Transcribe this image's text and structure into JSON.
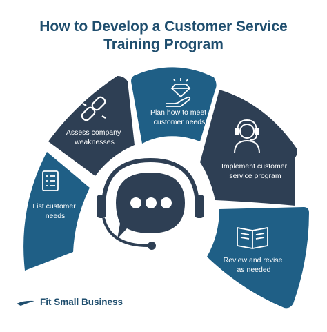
{
  "title": {
    "line1": "How to Develop a Customer Service",
    "line2": "Training Program"
  },
  "segments": [
    {
      "label_lines": [
        "List customer",
        "needs"
      ],
      "icon": "checklist-icon",
      "color": "#1f5f86"
    },
    {
      "label_lines": [
        "Assess company",
        "weaknesses"
      ],
      "icon": "broken-link-icon",
      "color": "#2e3f54"
    },
    {
      "label_lines": [
        "Plan how to meet",
        "customer needs"
      ],
      "icon": "hand-diamond-icon",
      "color": "#1f5f86"
    },
    {
      "label_lines": [
        "Implement customer",
        "service program"
      ],
      "icon": "headset-agent-icon",
      "color": "#2e3f54"
    },
    {
      "label_lines": [
        "Review and revise",
        "as needed"
      ],
      "icon": "open-book-icon",
      "color": "#1f5f86"
    }
  ],
  "center": {
    "icon": "headset-chat-icon",
    "color": "#2e3f54"
  },
  "brand": {
    "name": "Fit Small Business",
    "icon": "fsb-logo-icon"
  }
}
